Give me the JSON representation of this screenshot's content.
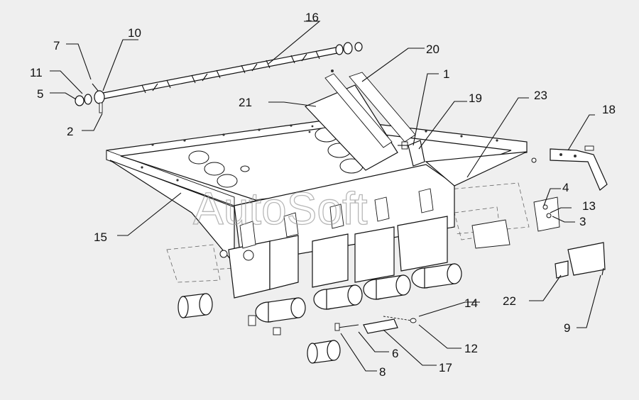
{
  "watermark": "AutoSoft",
  "callouts": {
    "c1": "1",
    "c2": "2",
    "c3": "3",
    "c4": "4",
    "c5": "5",
    "c6": "6",
    "c7": "7",
    "c8": "8",
    "c9": "9",
    "c10": "10",
    "c11": "11",
    "c12": "12",
    "c13": "13",
    "c14": "14",
    "c15": "15",
    "c16": "16",
    "c17": "17",
    "c18": "18",
    "c19": "19",
    "c20": "20",
    "c21": "21",
    "c22": "22",
    "c23": "23"
  },
  "colors": {
    "background": "#efefef",
    "line": "#111111",
    "watermark": "#9a9a9a"
  }
}
